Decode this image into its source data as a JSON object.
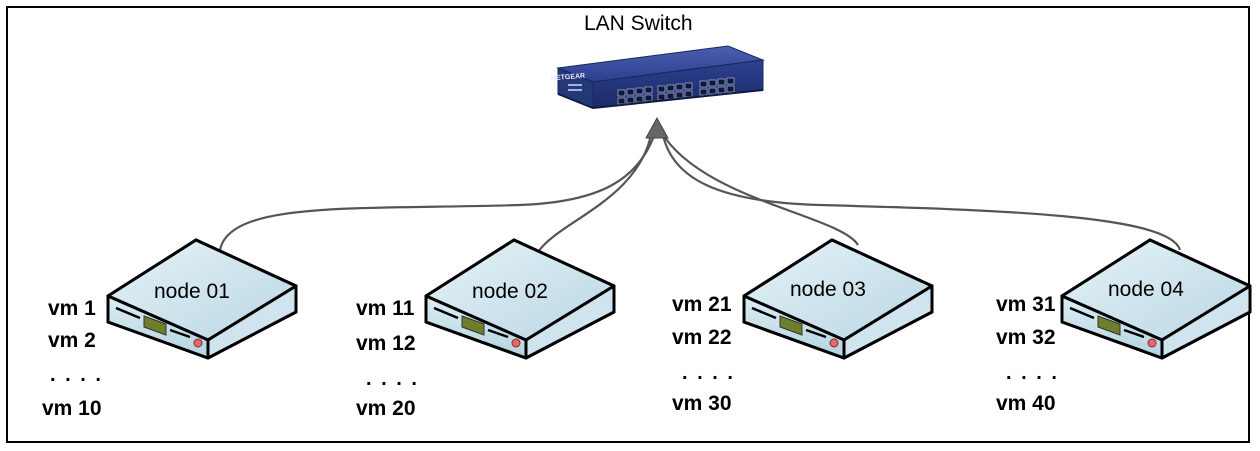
{
  "switch": {
    "title": "LAN Switch",
    "brand": "NETGEAR"
  },
  "nodes": [
    {
      "label": "node 01",
      "vms": [
        "vm 1",
        "vm 2",
        ". . . .",
        "vm 10"
      ]
    },
    {
      "label": "node 02",
      "vms": [
        "vm 11",
        "vm 12",
        ". . . .",
        "vm 20"
      ]
    },
    {
      "label": "node 03",
      "vms": [
        "vm 21",
        "vm 22",
        ". . . .",
        "vm 30"
      ]
    },
    {
      "label": "node 04",
      "vms": [
        "vm 31",
        "vm 32",
        ". . . .",
        "vm 40"
      ]
    }
  ],
  "colors": {
    "switch_body": "#2a3f8f",
    "switch_front": "#1e2f75",
    "node_face": "#cfe4ee",
    "node_led": "#e46a6a",
    "node_label_plate": "#6d7f2a",
    "cable": "#555555"
  }
}
